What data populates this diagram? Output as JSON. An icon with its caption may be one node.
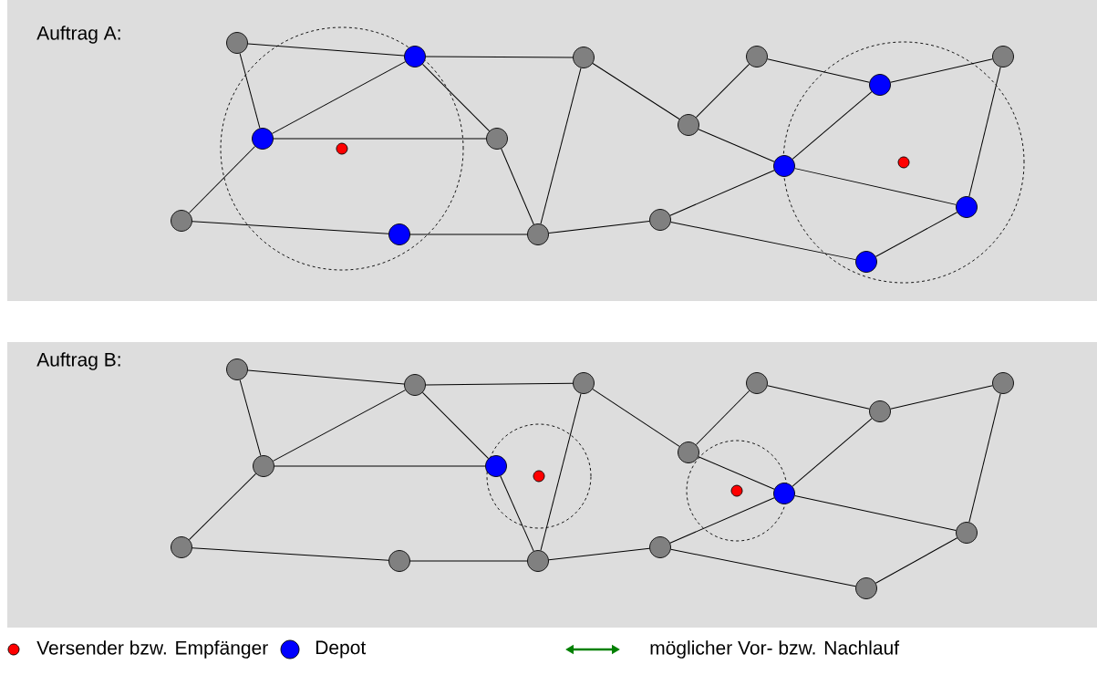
{
  "diagram": {
    "nodes": [
      {
        "text": [
          "Auftrag A:"
        ]
      },
      {
        "text": [],
        "shape": "circle",
        "in": 0
      },
      {
        "text": [],
        "shape": "circle",
        "in": 0
      },
      {
        "text": [],
        "shape": "circle",
        "in": 0
      },
      {
        "text": [],
        "shape": "circle",
        "in": 0
      },
      {
        "text": [],
        "shape": "circle",
        "in": 0
      },
      {
        "text": [],
        "shape": "circle",
        "in": 0
      },
      {
        "text": [],
        "shape": "circle",
        "in": 0
      },
      {
        "text": [],
        "shape": "circle",
        "in": 0
      },
      {
        "text": [],
        "shape": "circle",
        "in": 0
      },
      {
        "text": [],
        "shape": "circle",
        "in": 0
      },
      {
        "text": [],
        "shape": "circle",
        "in": 0
      },
      {
        "text": [],
        "shape": "circle",
        "in": 0
      },
      {
        "text": [],
        "shape": "circle",
        "in": 0
      },
      {
        "text": [],
        "shape": "circle",
        "in": 0
      },
      {
        "text": [],
        "shape": "circle",
        "in": 0
      },
      {
        "text": [],
        "shape": "circle",
        "in": 0
      },
      {
        "text": [],
        "shape": "circle",
        "in": 0
      },
      {
        "text": [],
        "shape": "circle",
        "in": 0
      },
      {
        "text": [
          "Auftrag B:"
        ]
      },
      {
        "text": [],
        "shape": "circle",
        "in": 19
      },
      {
        "text": [],
        "shape": "circle",
        "in": 19
      },
      {
        "text": [],
        "shape": "circle",
        "in": 19
      },
      {
        "text": [],
        "shape": "circle",
        "in": 19
      },
      {
        "text": [],
        "shape": "circle",
        "in": 19
      },
      {
        "text": [],
        "shape": "circle",
        "in": 19
      },
      {
        "text": [],
        "shape": "circle",
        "in": 19
      },
      {
        "text": [],
        "shape": "circle",
        "in": 19
      },
      {
        "text": [],
        "shape": "circle",
        "in": 19
      },
      {
        "text": [],
        "shape": "circle",
        "in": 19
      },
      {
        "text": [],
        "shape": "circle",
        "in": 19
      },
      {
        "text": [],
        "shape": "circle",
        "in": 19
      },
      {
        "text": [],
        "shape": "circle",
        "in": 19
      },
      {
        "text": [],
        "shape": "circle",
        "in": 19
      },
      {
        "text": [],
        "shape": "circle",
        "in": 19
      },
      {
        "text": [],
        "shape": "circle",
        "in": 19
      },
      {
        "text": [],
        "shape": "circle",
        "in": 19
      },
      {
        "text": [],
        "shape": "circle",
        "in": 19
      }
    ],
    "edges": [
      {
        "from": 1,
        "to": 2,
        "arrow": "none"
      },
      {
        "from": 1,
        "to": 7,
        "arrow": "none"
      },
      {
        "from": 2,
        "to": 3,
        "arrow": "none"
      },
      {
        "from": 2,
        "to": 7,
        "arrow": "none"
      },
      {
        "from": 2,
        "to": 8,
        "arrow": "none"
      },
      {
        "from": 7,
        "to": 8,
        "arrow": "none"
      },
      {
        "from": 7,
        "to": 11,
        "arrow": "none"
      },
      {
        "from": 11,
        "to": 12,
        "arrow": "none"
      },
      {
        "from": 12,
        "to": 13,
        "arrow": "none"
      },
      {
        "from": 8,
        "to": 13,
        "arrow": "none"
      },
      {
        "from": 3,
        "to": 13,
        "arrow": "none"
      },
      {
        "from": 3,
        "to": 9,
        "arrow": "none"
      },
      {
        "from": 9,
        "to": 10,
        "arrow": "none"
      },
      {
        "from": 9,
        "to": 4,
        "arrow": "none"
      },
      {
        "from": 4,
        "to": 6,
        "arrow": "none"
      },
      {
        "from": 6,
        "to": 5,
        "arrow": "none"
      },
      {
        "from": 6,
        "to": 10,
        "arrow": "none"
      },
      {
        "from": 5,
        "to": 15,
        "arrow": "none"
      },
      {
        "from": 10,
        "to": 15,
        "arrow": "none"
      },
      {
        "from": 10,
        "to": 14,
        "arrow": "none"
      },
      {
        "from": 13,
        "to": 14,
        "arrow": "none"
      },
      {
        "from": 14,
        "to": 16,
        "arrow": "none"
      },
      {
        "from": 16,
        "to": 15,
        "arrow": "none"
      },
      {
        "from": 20,
        "to": 21,
        "arrow": "none"
      },
      {
        "from": 20,
        "to": 26,
        "arrow": "none"
      },
      {
        "from": 21,
        "to": 22,
        "arrow": "none"
      },
      {
        "from": 21,
        "to": 26,
        "arrow": "none"
      },
      {
        "from": 21,
        "to": 27,
        "arrow": "none"
      },
      {
        "from": 26,
        "to": 27,
        "arrow": "none"
      },
      {
        "from": 26,
        "to": 30,
        "arrow": "none"
      },
      {
        "from": 30,
        "to": 31,
        "arrow": "none"
      },
      {
        "from": 31,
        "to": 32,
        "arrow": "none"
      },
      {
        "from": 27,
        "to": 32,
        "arrow": "none"
      },
      {
        "from": 22,
        "to": 32,
        "arrow": "none"
      },
      {
        "from": 22,
        "to": 28,
        "arrow": "none"
      },
      {
        "from": 28,
        "to": 29,
        "arrow": "none"
      },
      {
        "from": 28,
        "to": 23,
        "arrow": "none"
      },
      {
        "from": 23,
        "to": 25,
        "arrow": "none"
      },
      {
        "from": 25,
        "to": 24,
        "arrow": "none"
      },
      {
        "from": 25,
        "to": 29,
        "arrow": "none"
      },
      {
        "from": 24,
        "to": 34,
        "arrow": "none"
      },
      {
        "from": 29,
        "to": 34,
        "arrow": "none"
      },
      {
        "from": 29,
        "to": 33,
        "arrow": "none"
      },
      {
        "from": 32,
        "to": 33,
        "arrow": "none"
      },
      {
        "from": 33,
        "to": 35,
        "arrow": "none"
      },
      {
        "from": 35,
        "to": 34,
        "arrow": "none"
      }
    ],
    "legend": [
      {
        "text": "Versender bzw. Empfänger",
        "color": "#ff0000"
      },
      {
        "text": "Depot",
        "color": "#0000ff"
      },
      {
        "text": "möglicher Vor- bzw. Nachlauf"
      }
    ]
  }
}
